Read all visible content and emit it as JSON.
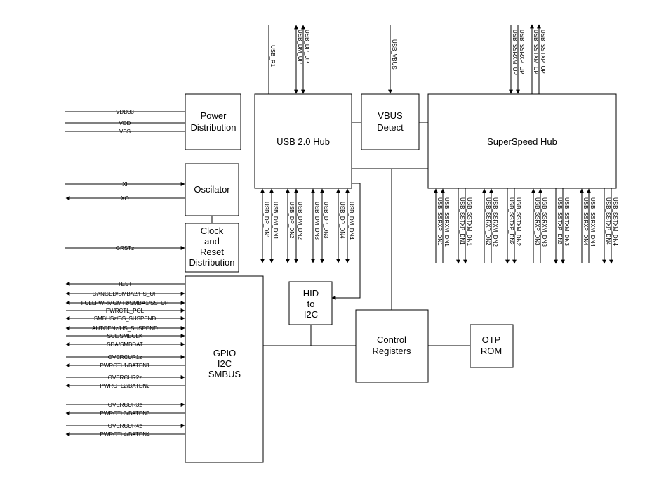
{
  "blocks": {
    "power": [
      "Power",
      "Distribution"
    ],
    "usb2": "USB 2.0 Hub",
    "vbus": [
      "VBUS",
      "Detect"
    ],
    "superspeed": "SuperSpeed Hub",
    "oscillator": "Oscilator",
    "clock": [
      "Clock",
      "and",
      "Reset",
      "Distribution"
    ],
    "gpio": [
      "GPIO",
      "I2C",
      "SMBUS"
    ],
    "hid": [
      "HID",
      "to",
      "I2C"
    ],
    "control": [
      "Control",
      "Registers"
    ],
    "otp": [
      "OTP",
      "ROM"
    ]
  },
  "power_signals": [
    "VDD33",
    "VDD",
    "VSS"
  ],
  "clock_signals": {
    "xi": "XI",
    "xo": "XO",
    "grst": "GRSTz"
  },
  "gpio_signals": [
    "TEST",
    "GANGED/SMBA2/HS_UP",
    "FULLPWRMGMTz/SMBA1/SS_UP",
    "PWRCTL_POL",
    "SMBUSz/SS_SUSPEND",
    "AUTOENz/HS_SUSPEND",
    "SCL/SMBCLK",
    "SDA/SMBDAT",
    "OVERCUR1z",
    "PWRCTL1/BATEN1",
    "OVERCUR2z",
    "PWRCTL2/BATEN2",
    "OVERCUR3z",
    "PWRCTL3/BATEN3",
    "OVERCUR4z",
    "PWRCTL4/BATEN4"
  ],
  "top_signals": {
    "usb_r1": "USB_R1",
    "dm_up": "USB_DM_UP",
    "dp_up": "USB_DP_UP",
    "vbus": "USB_VBUS",
    "ssrxm_up": "USB_SSRXM_UP",
    "ssrxp_up": "USB_SSRXP_UP",
    "sstxm_up": "USB_SSTXM_UP",
    "sstxp_up": "USB_SSTXP_UP"
  },
  "usb2_down_signals": [
    "USB_DP_DN1",
    "USB_DM_DN1",
    "USB_DP_DN2",
    "USB_DM_DN2",
    "USB_DM_DN3",
    "USB_DP_DN3",
    "USB_DP_DN4",
    "USB_DM_DN4"
  ],
  "ss_down_signals": [
    "USB_SSRXP_DN1",
    "USB_SSRXM_DN1",
    "USB_SSTXP_DN1",
    "USB_SSTXM_DN1",
    "USB_SSRXP_DN2",
    "USB_SSRXM_DN2",
    "USB_SSTXP_DN2",
    "USB_SSTXM_DN2",
    "USB_SSRXP_DN3",
    "USB_SSRXM_DN3",
    "USB_SSTXP_DN3",
    "USB_SSTXM_DN3",
    "USB_SSRXP_DN4",
    "USB_SSRXM_DN4",
    "USB_SSTXP_DN4",
    "USB_SSTXM_DN4"
  ]
}
